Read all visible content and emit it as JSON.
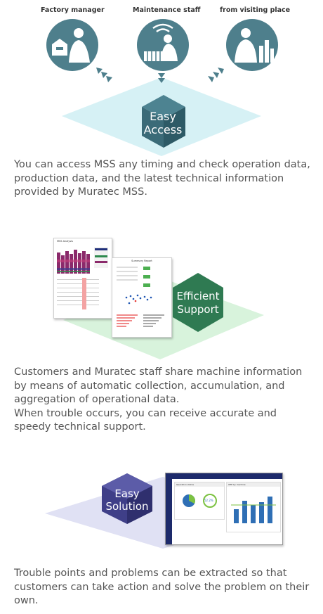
{
  "section1": {
    "roles": [
      {
        "label": "Factory manager",
        "icon": "factory-manager-icon"
      },
      {
        "label": "Maintenance staff",
        "icon": "maintenance-staff-icon"
      },
      {
        "label": "from visiting place",
        "icon": "visiting-place-icon"
      }
    ],
    "badge_line1": "Easy",
    "badge_line2": "Access",
    "description": "You can access MSS any timing and check operation data, production data, and the latest technical information provided by Muratec MSS.",
    "colors": {
      "circle": "#4e7f8c",
      "diamond": "#d6f1f5",
      "hex_top": "#4d8391",
      "hex_side": "#3b6b78",
      "hex_front": "#2d5a66"
    }
  },
  "section2": {
    "report1_title": "MSS Analysis",
    "report2_title": "Summary Report",
    "badge_line1": "Efficient",
    "badge_line2": "Support",
    "description_line1": "Customers and Muratec staff share machine information by means of automatic collection, accumulation, and aggregation of operational data.",
    "description_line2": "When trouble occurs, you can receive accurate and speedy technical support.",
    "colors": {
      "diamond": "#d8f3dc",
      "hex": "#2f7a52"
    }
  },
  "section3": {
    "badge_line1": "Easy",
    "badge_line2": "Solution",
    "dashboard": {
      "left_panel_title": "Operation status",
      "donut_value": "52.2%",
      "right_panel_title": "OEE by machine"
    },
    "description": "Trouble points and problems can be extracted so that customers can take action and solve the problem on their own.",
    "colors": {
      "diamond": "#e0e1f4",
      "hex": "#3f3f88"
    }
  }
}
